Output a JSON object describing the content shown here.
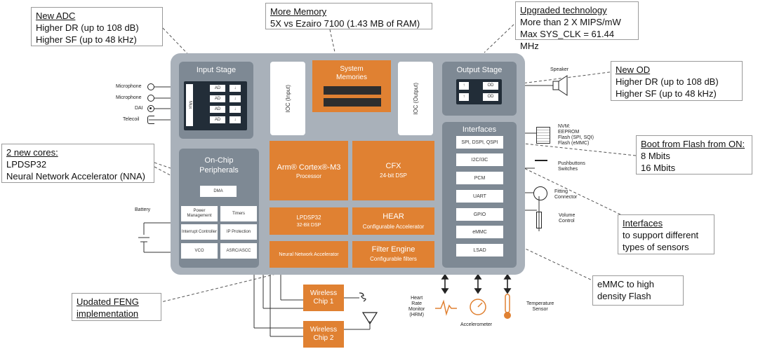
{
  "callouts": {
    "new_adc": {
      "title": "New ADC",
      "lines": [
        "Higher DR (up to 108 dB)",
        "Higher SF (up to 48 kHz)"
      ]
    },
    "more_memory": {
      "title": "More Memory",
      "lines": [
        "5X vs Ezairo 7100 (1.43 MB of RAM)"
      ]
    },
    "upgraded_tech": {
      "title": "Upgraded technology",
      "lines": [
        "More than 2 X MIPS/mW",
        "Max SYS_CLK = 61.44 MHz"
      ]
    },
    "new_od": {
      "title": "New OD",
      "lines": [
        "Higher DR (up to 108 dB)",
        "Higher SF (up to 48 kHz)"
      ]
    },
    "new_cores": {
      "title": "2 new cores:",
      "lines": [
        "LPDSP32",
        "Neural Network Accelerator (NNA)"
      ]
    },
    "boot_flash": {
      "title": "Boot from Flash from ON:",
      "lines": [
        "8 Mbits",
        "16 Mbits"
      ]
    },
    "interfaces": {
      "title": "Interfaces",
      "lines": [
        "to support different",
        "types of sensors"
      ]
    },
    "emmc": {
      "title": "",
      "lines": [
        "eMMC to high",
        "density Flash"
      ]
    },
    "feng": {
      "title": "Updated FENG",
      "title2": "implementation"
    }
  },
  "chip": {
    "input_stage": {
      "title": "Input Stage",
      "mux": "Mux",
      "ad": "AD",
      "arrow": "↓"
    },
    "memory": {
      "title": "System Memories"
    },
    "ioc_input": "IOC (Input)",
    "ioc_output": "IOC (Output)",
    "output_stage": {
      "title": "Output Stage",
      "od": "OD",
      "up": "↑"
    },
    "peripherals": {
      "title": "On-Chip Peripherals",
      "dma": "DMA",
      "power": "Power Management",
      "timers": "Timers",
      "interrupt": "Interrupt Controller",
      "ip_protection": "IP Protection",
      "vco": "VCO",
      "asrc": "ASRC/ASCC"
    },
    "arm": {
      "name": "Arm® Cortex®-M3",
      "sub": "Processor"
    },
    "cfx": {
      "name": "CFX",
      "sub": "24-bit DSP"
    },
    "lpdsp": {
      "name": "LPDSP32",
      "sub": "32-Bit DSP"
    },
    "hear": {
      "name": "HEAR",
      "sub": "Configurable Accelerator"
    },
    "nna": {
      "name": "Neural Network Accelerator"
    },
    "filter": {
      "name": "Filter Engine",
      "sub": "Configurable filters"
    },
    "interfaces": {
      "title": "Interfaces",
      "items": [
        "SPI, DSPI, QSPI",
        "I2C/I3C",
        "PCM",
        "UART",
        "GPIO",
        "eMMC",
        "LSAD"
      ]
    }
  },
  "external": {
    "inputs": [
      "Microphone",
      "Microphone",
      "DAI",
      "Telecoil"
    ],
    "battery": "Battery",
    "speaker": "Speaker",
    "nvm": [
      "NVM:",
      "EEPROM",
      "Flash (SPI, SQI)",
      "Flash (eMMC)"
    ],
    "pushbuttons": [
      "Pushbuttons",
      "Switches"
    ],
    "fitting": [
      "Fitting",
      "Connector"
    ],
    "volume": [
      "Volume",
      "Control"
    ],
    "wireless1": [
      "Wireless",
      "Chip 1"
    ],
    "wireless2": [
      "Wireless",
      "Chip 2"
    ],
    "hrm": [
      "Heart",
      "Rate",
      "Monitor",
      "(HRM)"
    ],
    "accelerometer": "Accelerometer",
    "temperature": [
      "Temperature",
      "Sensor"
    ]
  },
  "colors": {
    "chip_bg": "#a9b1ba",
    "block_grey": "#7e8994",
    "accent_orange": "#e08132"
  }
}
